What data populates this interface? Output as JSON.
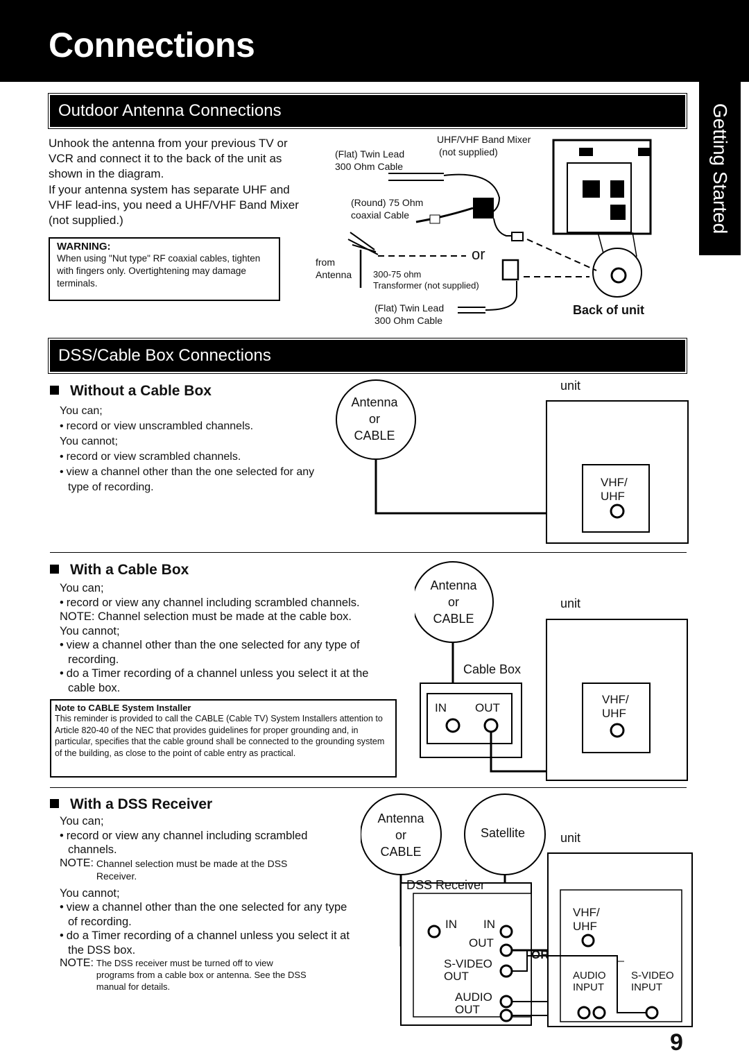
{
  "page_title": "Connections",
  "side_tab": "Getting Started",
  "page_number": "9",
  "outdoor": {
    "heading": "Outdoor Antenna Connections",
    "para1": "Unhook the antenna from your previous TV or VCR and connect it to the back of the unit as shown in the diagram.",
    "para2": "If your antenna system has separate UHF and VHF lead-ins, you need a UHF/VHF Band Mixer (not supplied.)",
    "warning_title": "WARNING:",
    "warning_text": "When using \"Nut type\" RF coaxial cables, tighten with fingers only. Overtightening may damage terminals.",
    "diagram": {
      "flat_twin_lead_1": "(Flat) Twin Lead",
      "cable_300_1": "300 Ohm Cable",
      "band_mixer": "UHF/VHF Band Mixer",
      "not_supplied": "(not supplied)",
      "round_75": "(Round) 75 Ohm",
      "coaxial_cable": "coaxial Cable",
      "or": "or",
      "from": "from",
      "antenna": "Antenna",
      "transformer_ohm": "300-75 ohm",
      "transformer": "Transformer (not supplied)",
      "flat_twin_lead_2": "(Flat) Twin Lead",
      "cable_300_2": "300 Ohm Cable",
      "back_of_unit": "Back of unit"
    }
  },
  "dss": {
    "heading": "DSS/Cable Box Connections",
    "without": {
      "title": "Without a Cable Box",
      "you_can": "You can;",
      "can_items": [
        "record or view unscrambled channels."
      ],
      "you_cannot": "You cannot;",
      "cannot_items": [
        "record or view scrambled channels.",
        "view a channel other than the one selected for any type of recording."
      ],
      "diagram": {
        "antenna": "Antenna",
        "or": "or",
        "cable": "CABLE",
        "unit": "unit",
        "vhf": "VHF/",
        "uhf": "UHF"
      }
    },
    "with_cable": {
      "title": "With a Cable Box",
      "you_can": "You can;",
      "can_items": [
        "record or view any channel including scrambled channels."
      ],
      "note": "NOTE: Channel selection must be made at the cable box.",
      "you_cannot": "You cannot;",
      "cannot_items": [
        "view a channel other than the one selected for any type of recording.",
        "do a Timer recording of a channel unless you select it at the cable box."
      ],
      "installer_title": "Note to CABLE System Installer",
      "installer_text": "This reminder is provided to call the CABLE (Cable TV) System Installers attention to Article 820-40 of the NEC that provides guidelines for proper grounding and, in particular, specifies that the cable ground shall be connected to the grounding system of the building, as close to the point of cable entry as practical.",
      "diagram": {
        "antenna": "Antenna",
        "or": "or",
        "cable": "CABLE",
        "cable_box": "Cable Box",
        "in": "IN",
        "out": "OUT",
        "unit": "unit",
        "vhf": "VHF/",
        "uhf": "UHF"
      }
    },
    "with_dss": {
      "title": "With a DSS Receiver",
      "you_can": "You can;",
      "can_items": [
        "record or view any channel including scrambled channels."
      ],
      "note1_label": "NOTE:",
      "note1": "Channel selection must be made at the DSS Receiver.",
      "you_cannot": "You cannot;",
      "cannot_items": [
        "view a channel other than the one selected for any type of recording.",
        "do a Timer recording of a channel unless you select it at the DSS box."
      ],
      "note2_label": "NOTE:",
      "note2": "The DSS receiver must be turned off to view programs from a cable box or antenna. See the DSS manual for details.",
      "diagram": {
        "antenna": "Antenna",
        "or": "or",
        "cable": "CABLE",
        "satellite": "Satellite",
        "unit": "unit",
        "dss_receiver": "DSS Receiver",
        "in1": "IN",
        "in2": "IN",
        "out": "OUT",
        "svideo": "S-VIDEO",
        "svideo_out": "OUT",
        "audio": "AUDIO",
        "audio_out": "OUT",
        "or_label": "OR",
        "vhf": "VHF/",
        "uhf": "UHF",
        "audio_input": "AUDIO",
        "audio_input2": "INPUT",
        "svideo_input": "S-VIDEO",
        "svideo_input2": "INPUT"
      }
    }
  }
}
